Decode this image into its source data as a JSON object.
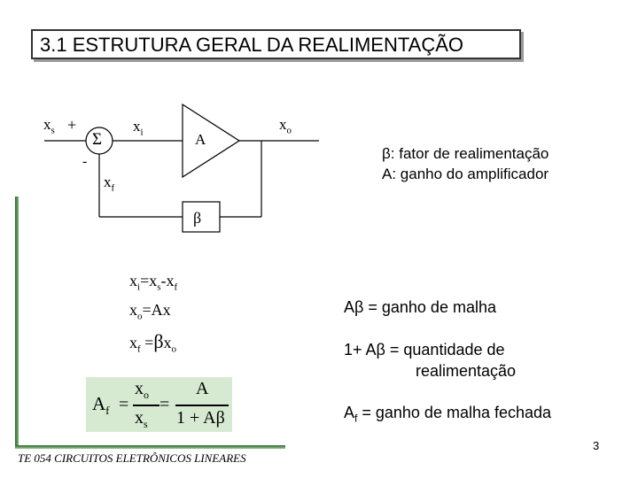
{
  "title": "3.1 ESTRUTURA GERAL DA REALIMENTAÇÃO",
  "diagram": {
    "xs": "x",
    "xs_sub": "s",
    "plus": "+",
    "minus": "-",
    "sum_symbol": "Σ",
    "xi": "x",
    "xi_sub": "i",
    "amp": "A",
    "xo": "x",
    "xo_sub": "o",
    "xf": "x",
    "xf_sub": "f",
    "beta": "β"
  },
  "definitions": {
    "beta_def": "β: fator de realimentação",
    "a_def": "A: ganho do amplificador"
  },
  "equations": {
    "eq1": {
      "x": "x",
      "i": "i",
      "mid": "=x",
      "s": "s",
      "minus": "-x",
      "f": "f"
    },
    "eq2": {
      "x": "x",
      "o": "o",
      "rest": "=Ax"
    },
    "eq3": {
      "x": "x",
      "f": "f",
      "eq": " =",
      "beta": "β",
      "x2": "x",
      "o": "o"
    },
    "af": {
      "A": "A",
      "f": "f",
      "eq": "=",
      "num": "x",
      "num_sub": "o",
      "den": "x",
      "den_sub": "s",
      "eq2": "=",
      "num2": "A",
      "den2": "1 + Aβ"
    }
  },
  "notes": {
    "loop_gain": "Aβ = ganho de malha",
    "feedback_amount_1": "1+ Aβ = quantidade de",
    "feedback_amount_2": "realimentação",
    "af_A": "A",
    "af_sub": "f",
    "af_rest": " = ganho de malha fechada"
  },
  "footer": {
    "course": "TE 054 CIRCUITOS ELETRÔNICOS LINEARES",
    "page_number": "3"
  },
  "colors": {
    "accent_green": "#2e6b2a",
    "formula_bg": "#d6ead2"
  }
}
